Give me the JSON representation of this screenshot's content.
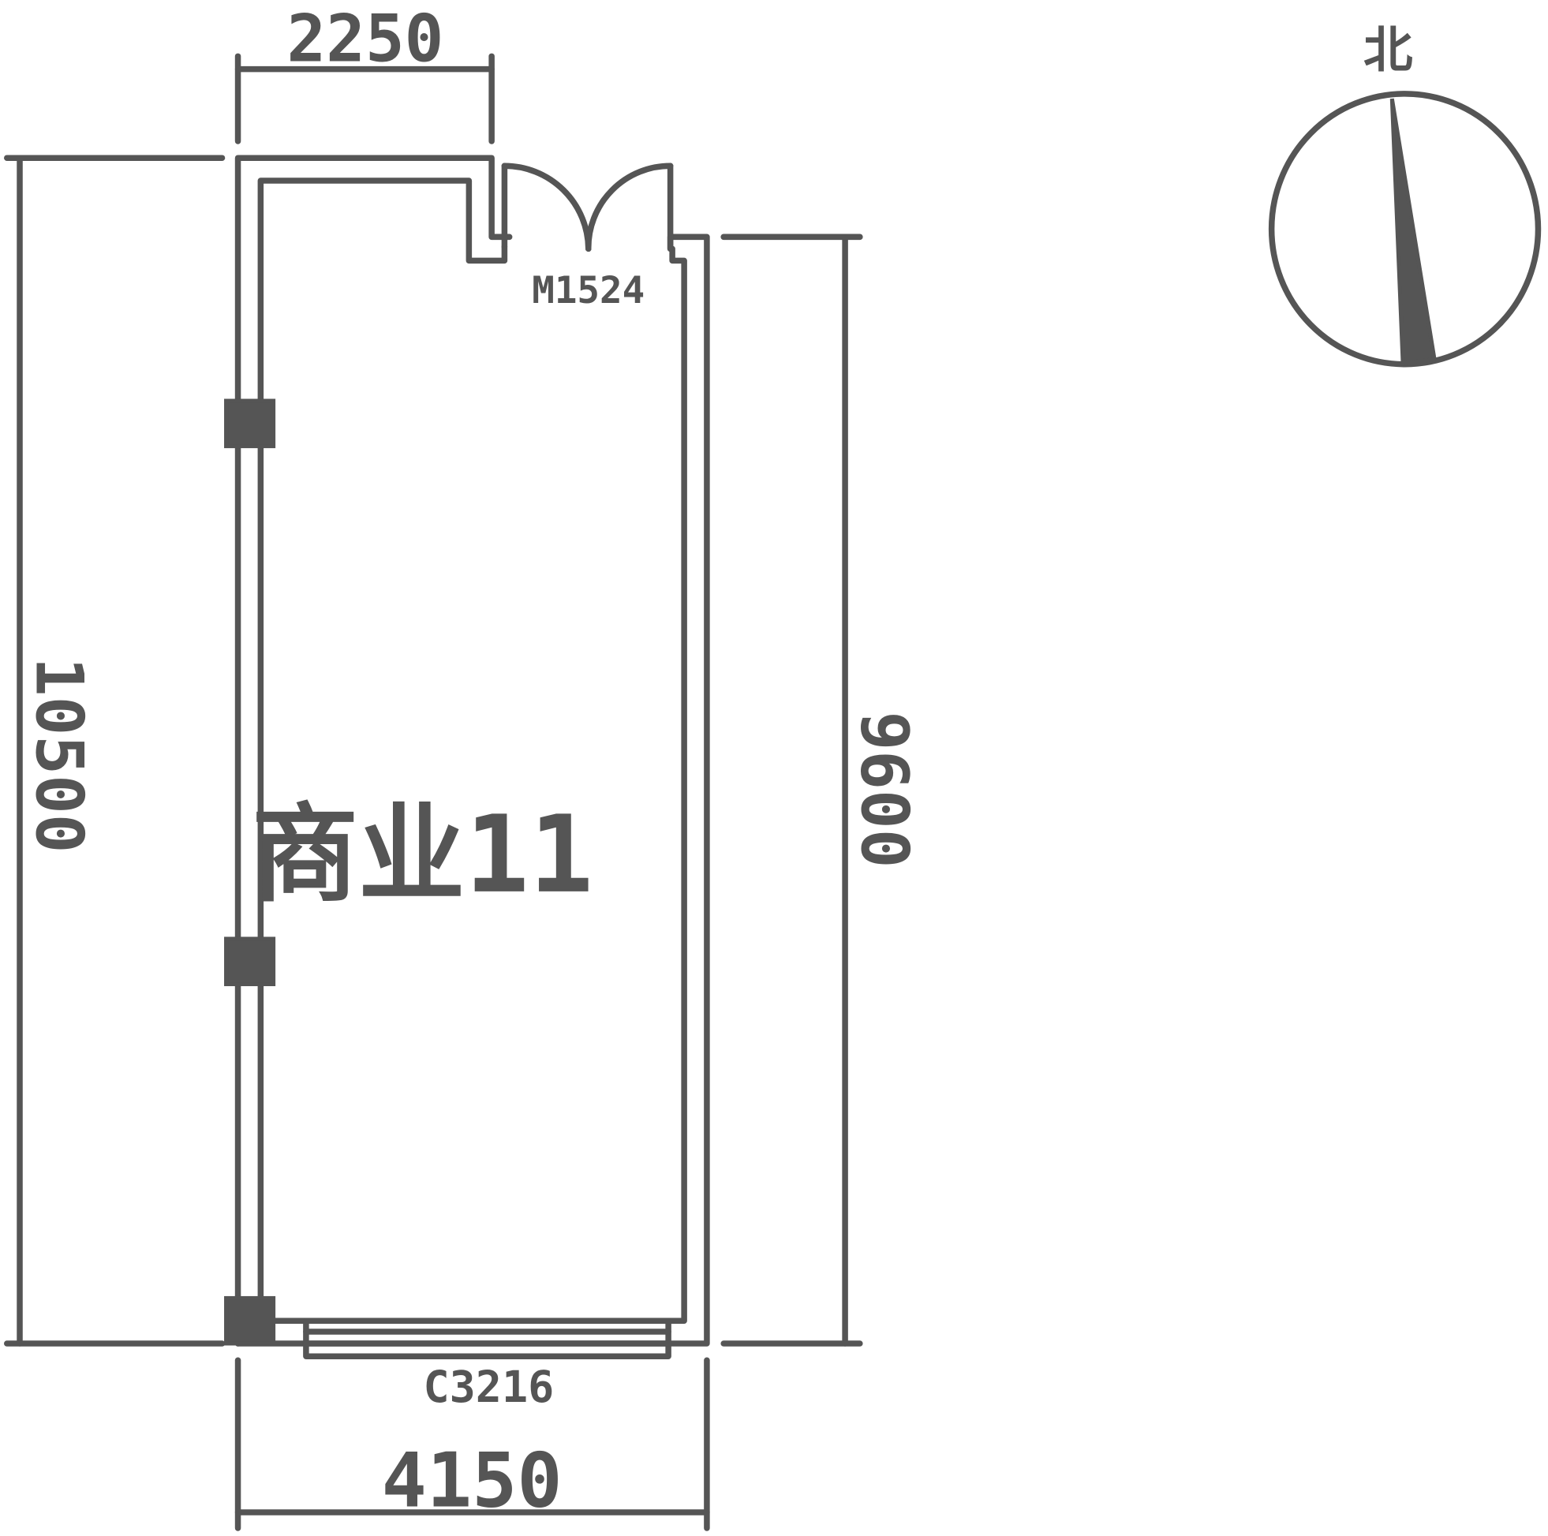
{
  "drawing": {
    "room_label": "商业11",
    "door_label": "M1524",
    "window_label": "C3216",
    "north_label": "北",
    "dimensions": {
      "top": "2250",
      "left": "10500",
      "right": "9600",
      "bottom": "4150"
    }
  },
  "colors": {
    "line": "#555555",
    "background": "#ffffff"
  }
}
